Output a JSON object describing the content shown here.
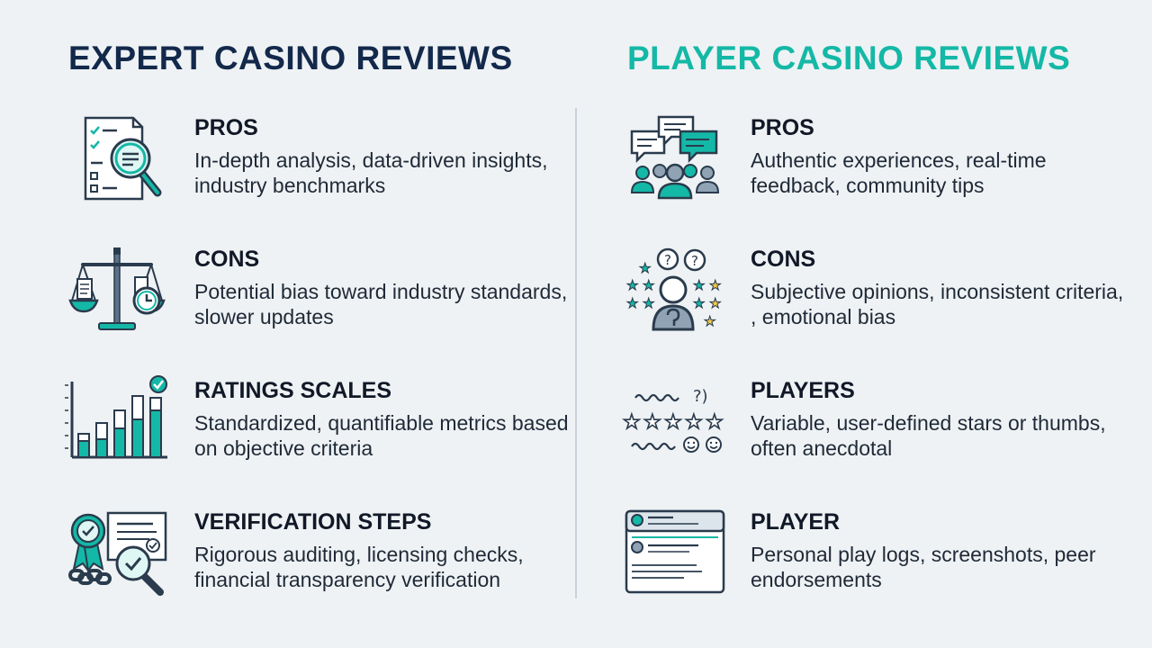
{
  "left": {
    "title": "EXPERT CASINO REVIEWS",
    "items": [
      {
        "icon": "document-magnifier-icon",
        "title": "PROS",
        "text": "In-depth analysis, data-driven insights, industry benchmarks"
      },
      {
        "icon": "balance-scale-clock-icon",
        "title": "CONS",
        "text": "Potential bias toward industry standards, slower updates"
      },
      {
        "icon": "bar-chart-check-icon",
        "title": "RATINGS SCALES",
        "text": "Standardized, quantifiable metrics based on objective criteria"
      },
      {
        "icon": "badge-certificate-icon",
        "title": "VERIFICATION STEPS",
        "text": "Rigorous auditing, licensing checks, financial transparency verification"
      }
    ]
  },
  "right": {
    "title": "PLAYER CASINO REVIEWS",
    "items": [
      {
        "icon": "community-chat-icon",
        "title": "PROS",
        "text": "Authentic experiences, real-time feedback, community tips"
      },
      {
        "icon": "person-stars-question-icon",
        "title": "CONS",
        "text": "Subjective opinions, inconsistent criteria, , emotional bias"
      },
      {
        "icon": "stars-squiggle-icon",
        "title": "PLAYERS",
        "text": "Variable, user-defined stars or thumbs, often anecdotal"
      },
      {
        "icon": "review-card-icon",
        "title": "PLAYER",
        "text": "Personal play logs, screenshots, peer endorsements"
      }
    ]
  },
  "colors": {
    "navy": "#13294b",
    "teal": "#14b8a6",
    "dark": "#2a3b4d",
    "star": "#f2c94c"
  }
}
